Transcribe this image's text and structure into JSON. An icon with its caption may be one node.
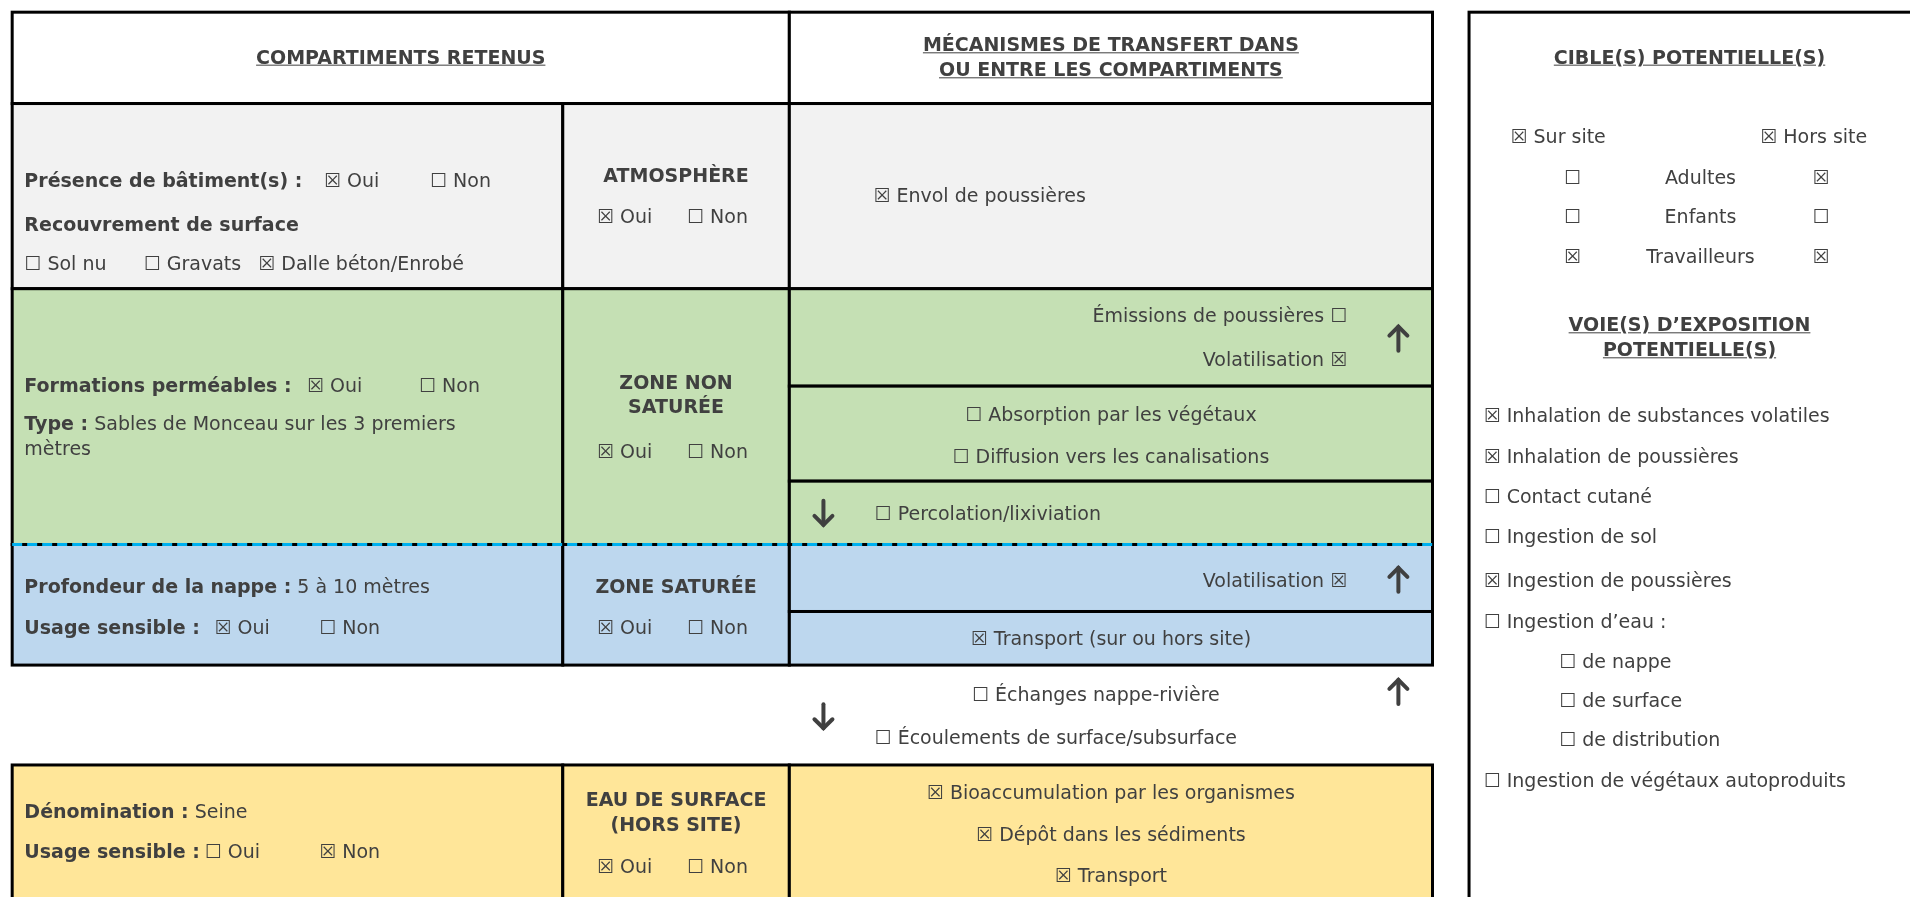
{
  "diagram": {
    "labels": [
      "COMPARTIMENTS RETENUS",
      "MÉCANISMES DE TRANSFERT DANS OU ENTRE LES COMPARTIMENTS",
      "Présence de bâtiment(s) :",
      "☒ Oui",
      "☐ Non",
      "ATMOSPHÈRE",
      "☒ Oui",
      "☐ Non",
      "☒ Envol de poussières",
      "Recouvrement de surface",
      "☐ Sol nu",
      "☐ Gravats",
      "☒ Dalle béton/Enrobé",
      "Formations perméables :",
      "☒ Oui",
      "☐ Non",
      "**Type :** Sables de Monceau sur les 3 premiers mètres",
      "ZONE NON SATURÉE",
      "☒ Oui",
      "☐ Non",
      "Émissions de poussières ☐",
      "Volatilisation ☒",
      "☐ Absorption par les végétaux",
      "☐ Diffusion vers les canalisations",
      "☐ Percolation/lixiviation",
      "**Profondeur de la nappe :** 5 à 10 mètres",
      "Usage sensible :",
      "☒ Oui",
      "☐ Non",
      "ZONE SATURÉE",
      "☒ Oui",
      "☐ Non",
      "Volatilisation ☒",
      "☒ Transport (sur ou hors site)",
      "☐ Échanges nappe-rivière",
      "☐ Écoulements de surface/subsurface",
      "**Dénomination :** Seine",
      "Usage sensible :",
      "☐ Oui",
      "☒ Non",
      "EAU DE SURFACE (HORS SITE)",
      "☒ Oui",
      "☐ Non",
      "☒ Bioaccumulation par les organismes",
      "☒ Dépôt dans les sédiments",
      "☒ Transport",
      "CIBLE(S) POTENTIELLE(S)",
      "☒ Sur site",
      "☒ Hors site",
      "☐",
      "Adultes",
      "☒",
      "☐",
      "Enfants",
      "☐",
      "☒",
      "Travailleurs",
      "☒",
      "VOIE(S) D’EXPOSITION POTENTIELLE(S)",
      "☒ Inhalation de substances volatiles",
      "☒ Inhalation de poussières",
      "☐ Contact cutané",
      "☐ Ingestion de sol",
      "☒ Ingestion de poussières",
      "☐ Ingestion d’eau :",
      "☐ de nappe",
      "☐ de surface",
      "☐ de distribution",
      "☐ Ingestion de végétaux autoproduits"
    ]
  }
}
